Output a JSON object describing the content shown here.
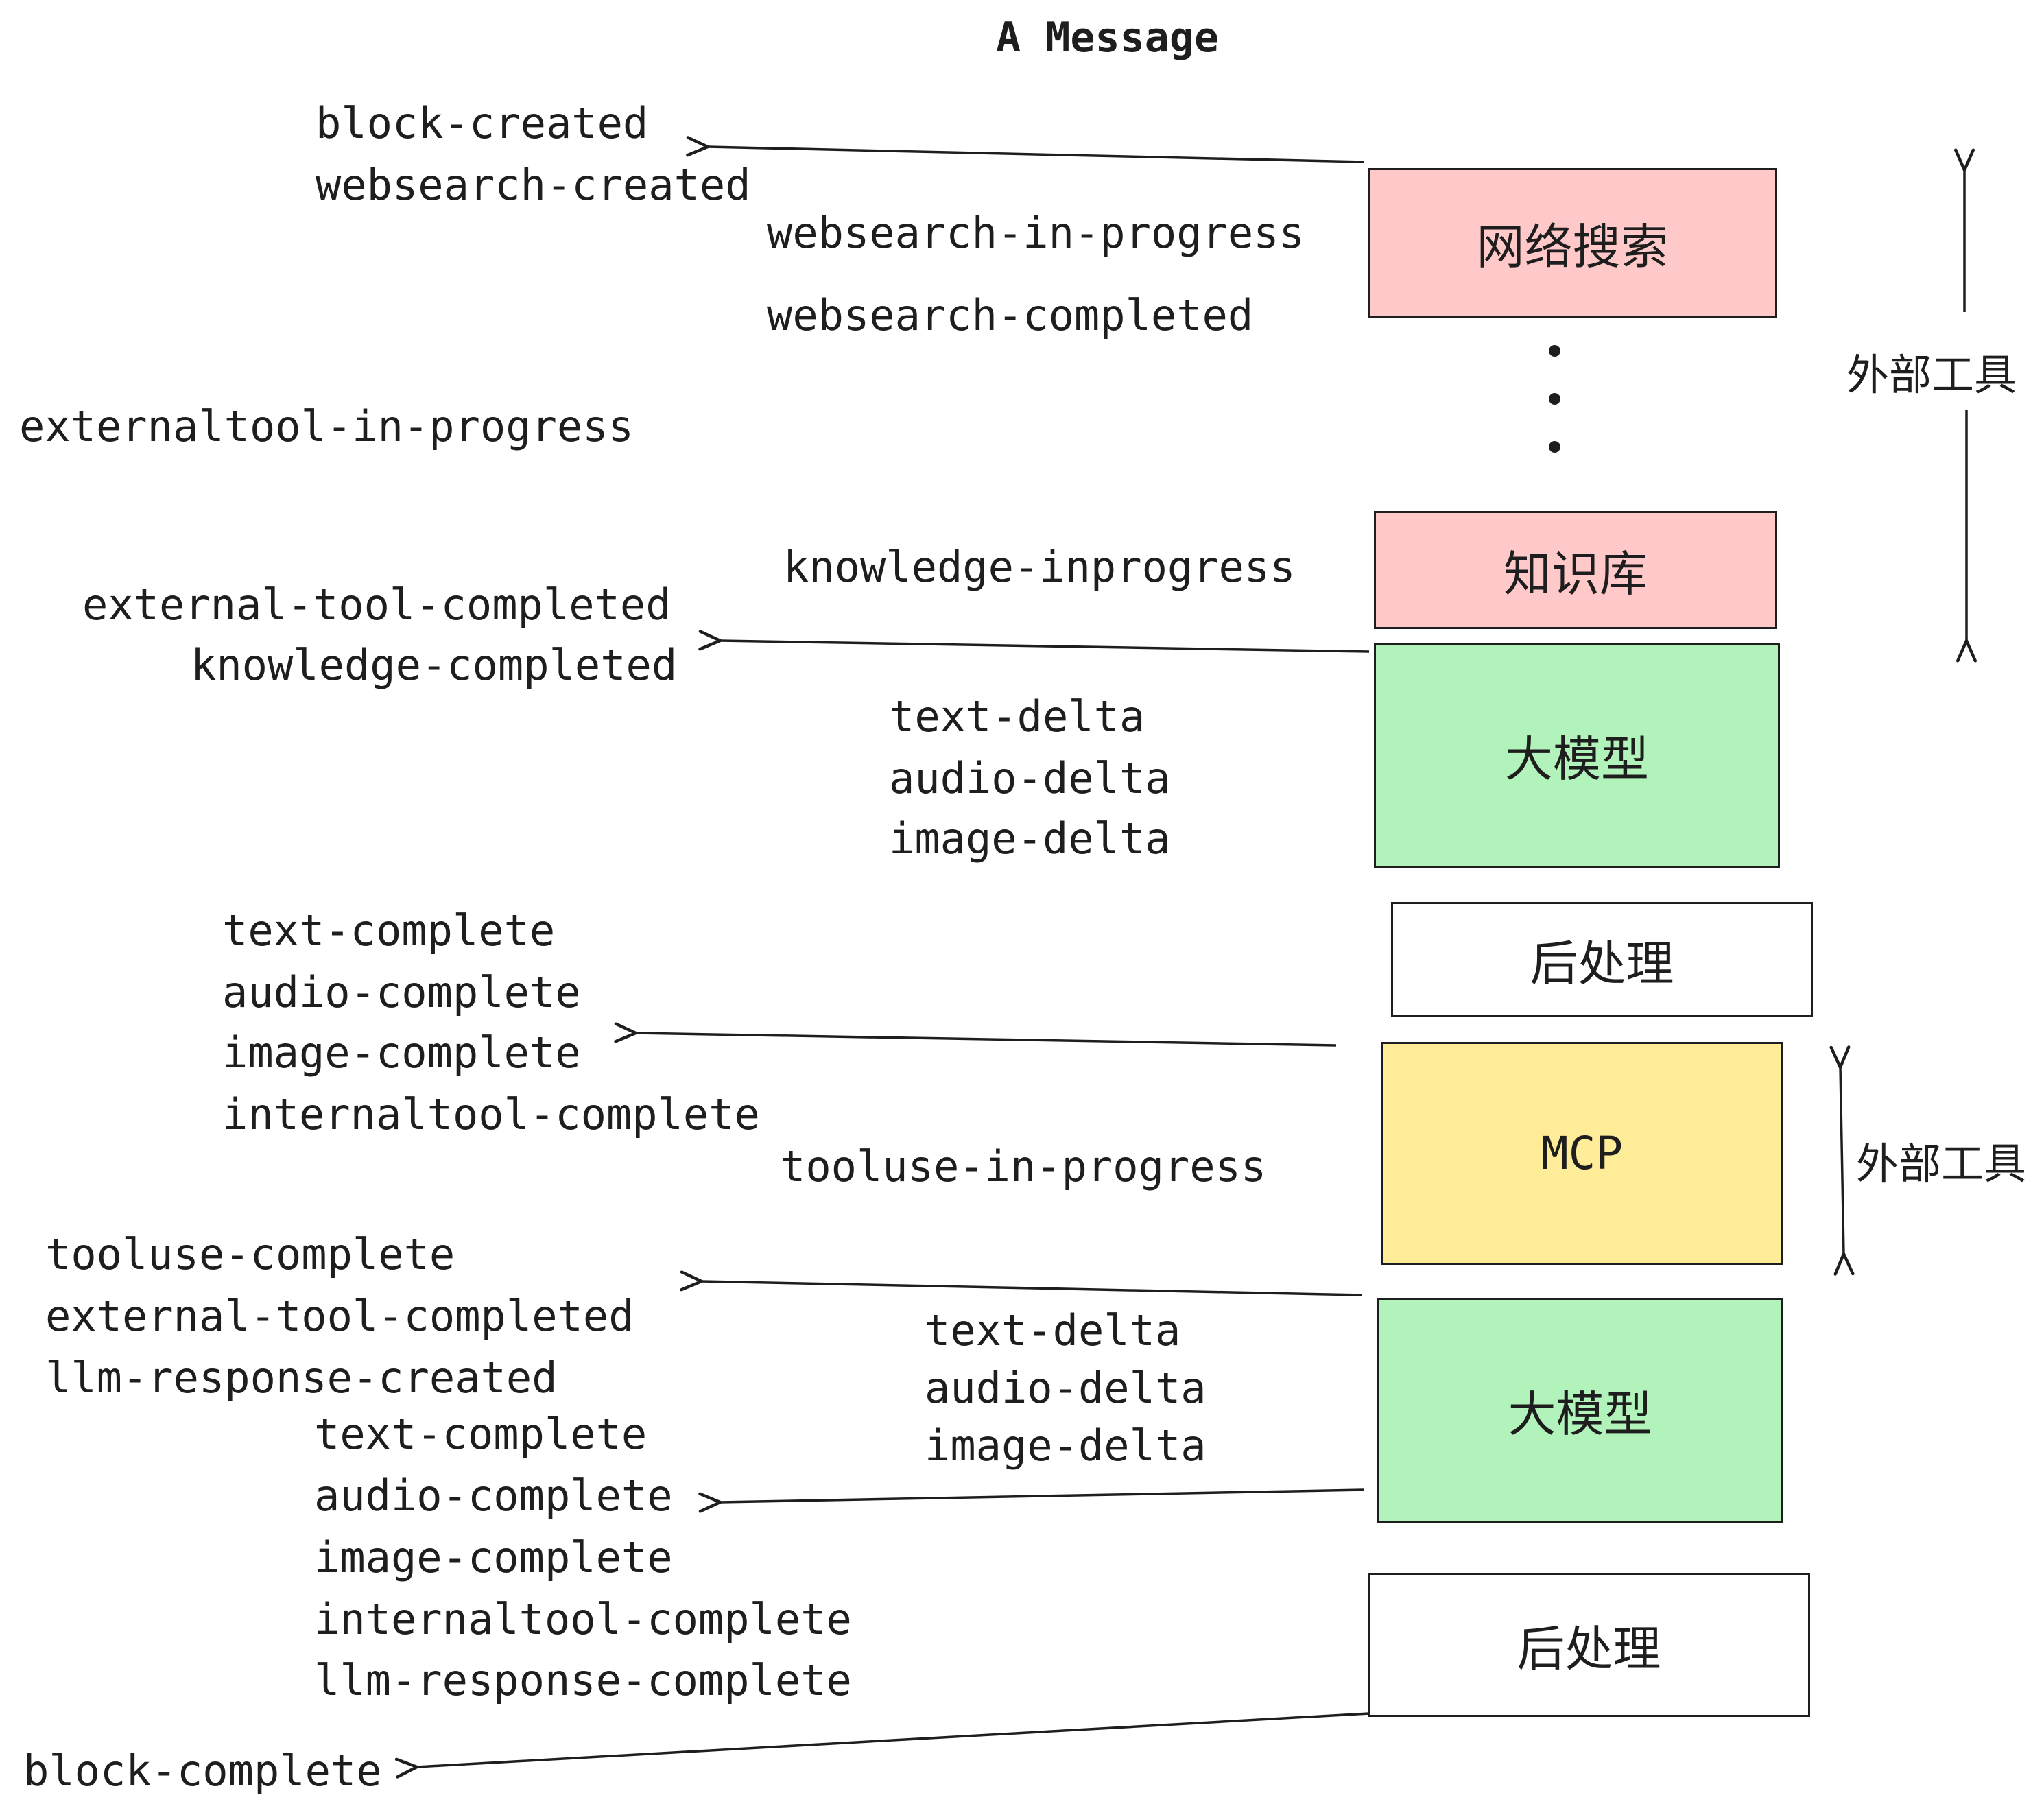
{
  "title": "A Message",
  "colors": {
    "pink": "#ffc9c9",
    "green": "#b2f2bb",
    "yellow": "#ffec99",
    "white": "#ffffff",
    "stroke": "#1e1e1e",
    "background": "#ffffff"
  },
  "boxes": [
    {
      "label": "网络搜索",
      "color": "#ffc9c9"
    },
    {
      "label": "知识库",
      "color": "#ffc9c9"
    },
    {
      "label": "大模型",
      "color": "#b2f2bb"
    },
    {
      "label": "后处理",
      "color": "#ffffff"
    },
    {
      "label": "MCP",
      "color": "#ffec99"
    },
    {
      "label": "大模型",
      "color": "#b2f2bb"
    },
    {
      "label": "后处理",
      "color": "#ffffff"
    }
  ],
  "side_labels": {
    "external_tools_top": "外部工具",
    "external_tools_bottom": "外部工具"
  },
  "events": {
    "block_created": "block-created",
    "websearch_created": "websearch-created",
    "websearch_in_progress": "websearch-in-progress",
    "websearch_completed": "websearch-completed",
    "externaltool_in_progress": "externaltool-in-progress",
    "knowledge_inprogress": "knowledge-inprogress",
    "external_tool_completed_1": "external-tool-completed",
    "knowledge_completed": "knowledge-completed",
    "text_delta_1": "text-delta",
    "audio_delta_1": "audio-delta",
    "image_delta_1": "image-delta",
    "text_complete_1": "text-complete",
    "audio_complete_1": "audio-complete",
    "image_complete_1": "image-complete",
    "internaltool_complete_1": "internaltool-complete",
    "tooluse_in_progress": "tooluse-in-progress",
    "tooluse_complete": "tooluse-complete",
    "external_tool_completed_2": "external-tool-completed",
    "llm_response_created": "llm-response-created",
    "text_delta_2": "text-delta",
    "audio_delta_2": "audio-delta",
    "image_delta_2": "image-delta",
    "text_complete_2": "text-complete",
    "audio_complete_2": "audio-complete",
    "image_complete_2": "image-complete",
    "internaltool_complete_2": "internaltool-complete",
    "llm_response_complete": "llm-response-complete",
    "block_complete": "block-complete"
  }
}
